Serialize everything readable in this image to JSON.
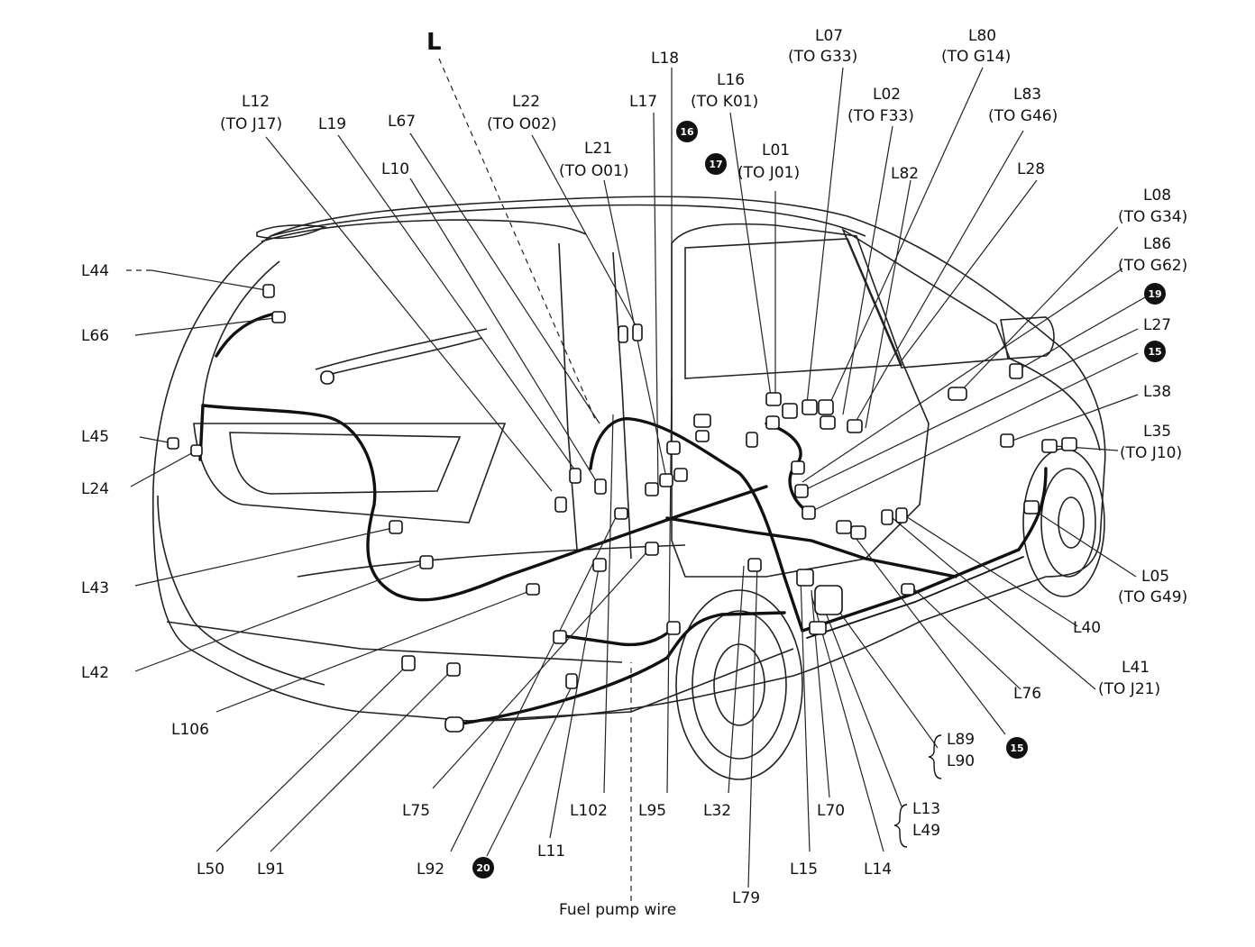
{
  "diagram": {
    "section_letter": "L",
    "footnote": "Fuel pump wire",
    "labels": {
      "l12": "L12",
      "l12_to": "(TO J17)",
      "l19": "L19",
      "l67": "L67",
      "l10": "L10",
      "l22": "L22",
      "l22_to": "(TO O02)",
      "l21": "L21",
      "l21_to": "(TO O01)",
      "l18": "L18",
      "l17": "L17",
      "l16": "L16",
      "l16_to": "(TO K01)",
      "l01": "L01",
      "l01_to": "(TO J01)",
      "l07": "L07",
      "l07_to": "(TO G33)",
      "l80": "L80",
      "l80_to": "(TO G14)",
      "l02": "L02",
      "l02_to": "(TO F33)",
      "l83": "L83",
      "l83_to": "(TO G46)",
      "l82": "L82",
      "l28": "L28",
      "l08": "L08",
      "l08_to": "(TO G34)",
      "l86": "L86",
      "l86_to": "(TO G62)",
      "l27": "L27",
      "l38": "L38",
      "l35": "L35",
      "l35_to": "(TO J10)",
      "l05": "L05",
      "l05_to": "(TO G49)",
      "l40": "L40",
      "l41": "L41",
      "l41_to": "(TO J21)",
      "l76": "L76",
      "l89": "L89",
      "l90": "L90",
      "l13": "L13",
      "l49": "L49",
      "l14": "L14",
      "l15": "L15",
      "l70": "L70",
      "l79": "L79",
      "l32": "L32",
      "l95": "L95",
      "l102": "L102",
      "l11": "L11",
      "l75": "L75",
      "l92": "L92",
      "l91": "L91",
      "l50": "L50",
      "l106": "L106",
      "l42": "L42",
      "l43": "L43",
      "l24": "L24",
      "l45": "L45",
      "l66": "L66",
      "l44": "L44"
    },
    "badges": {
      "b16": "16",
      "b17": "17",
      "b19": "19",
      "b15a": "15",
      "b15b": "15",
      "b20": "20"
    }
  }
}
